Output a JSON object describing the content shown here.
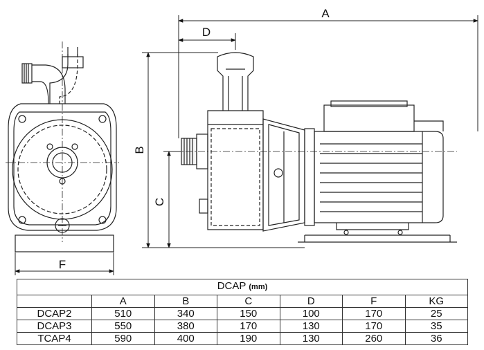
{
  "dimension_labels": {
    "a": "A",
    "b": "B",
    "c": "C",
    "d": "D",
    "f": "F"
  },
  "table": {
    "title": "DCAP",
    "unit": "(mm)",
    "columns": [
      "A",
      "B",
      "C",
      "D",
      "F",
      "KG"
    ],
    "rows": [
      {
        "model": "DCAP2",
        "values": [
          "510",
          "340",
          "150",
          "100",
          "170",
          "25"
        ]
      },
      {
        "model": "DCAP3",
        "values": [
          "550",
          "380",
          "170",
          "130",
          "170",
          "35"
        ]
      },
      {
        "model": "TCAP4",
        "values": [
          "590",
          "400",
          "190",
          "130",
          "260",
          "36"
        ]
      }
    ]
  }
}
